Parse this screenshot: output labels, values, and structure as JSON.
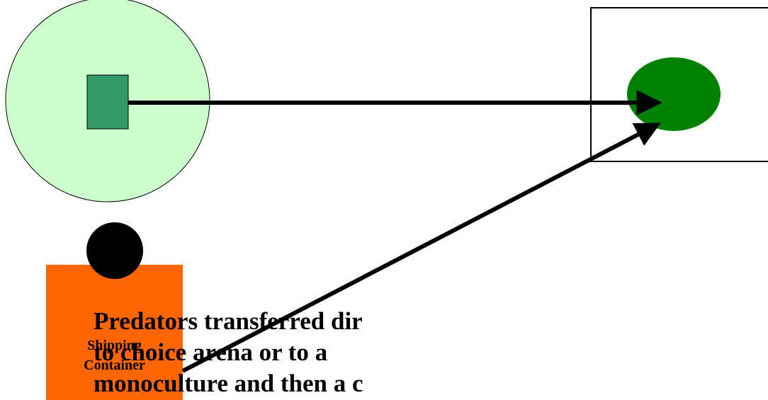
{
  "shipping_container": {
    "line1": "Shipping",
    "line2": "Container"
  },
  "caption": {
    "line1": "Predators transferred dir",
    "line2": "to choice arena or to a",
    "line3": "monoculture and then a c"
  },
  "colors": {
    "light_circle": "#ccffcc",
    "small_rect": "#339966",
    "arena_oval": "#008000",
    "container": "#ff6600",
    "predator_dot": "#000000"
  }
}
